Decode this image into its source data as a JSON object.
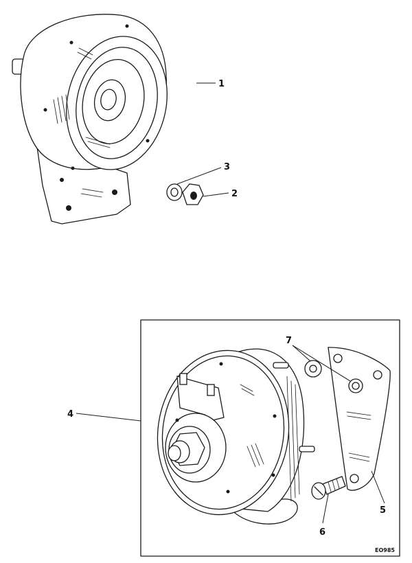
{
  "callouts": [
    {
      "label": "1"
    },
    {
      "label": "2"
    },
    {
      "label": "3"
    },
    {
      "label": "4"
    },
    {
      "label": "5"
    },
    {
      "label": "6"
    },
    {
      "label": "7"
    }
  ],
  "drawing_code": "EO985"
}
